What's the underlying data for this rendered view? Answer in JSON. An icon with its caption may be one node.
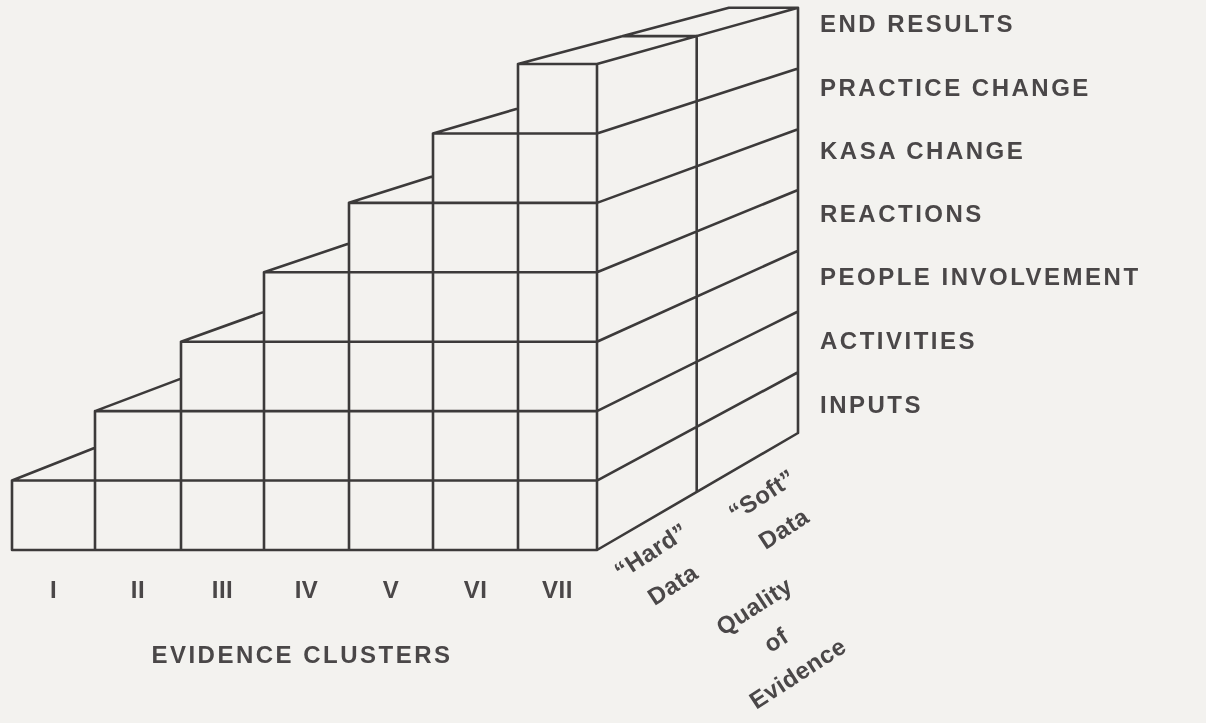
{
  "diagram": {
    "labels": [
      "END RESULTS",
      "PRACTICE CHANGE",
      "KASA CHANGE",
      "REACTIONS",
      "PEOPLE INVOLVEMENT",
      "ACTIVITIES",
      "INPUTS",
      "I",
      "II",
      "III",
      "IV",
      "V",
      "VI",
      "VII",
      "“Hard” Data",
      "“Soft” Data",
      "Quality of Evidence",
      "EVIDENCE CLUSTERS"
    ]
  }
}
